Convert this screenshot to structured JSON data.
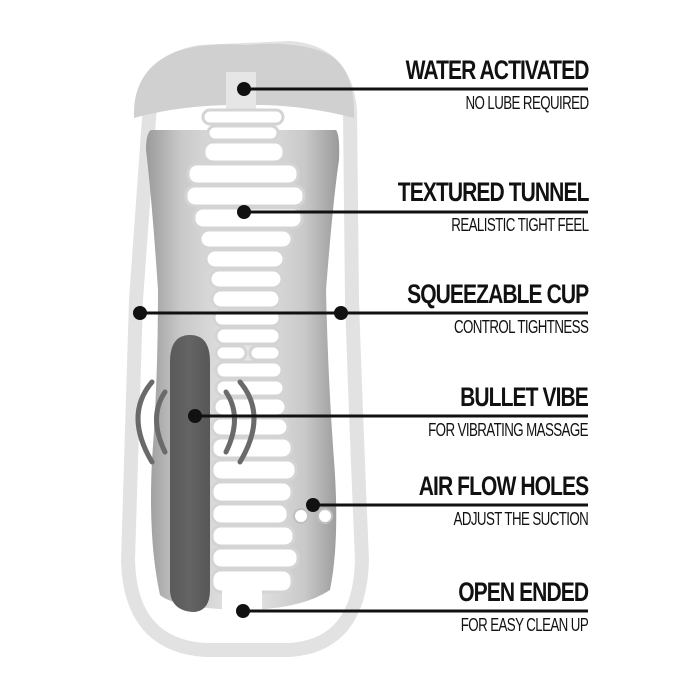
{
  "diagram": {
    "colors": {
      "background": "#ffffff",
      "outer_shell": "#e3e3e3",
      "cap": "#d0d0d0",
      "inner_chamber": "#b5b5b5",
      "tunnel_ridges": "#ffffff",
      "bullet": "#5e5e5e",
      "vibration_waves": "#6a6a6a",
      "callout": "#111111"
    },
    "features": [
      {
        "title": "WATER ACTIVATED",
        "subtitle": "NO LUBE REQUIRED"
      },
      {
        "title": "TEXTURED TUNNEL",
        "subtitle": "REALISTIC TIGHT FEEL"
      },
      {
        "title": "SQUEEZABLE CUP",
        "subtitle": "CONTROL TIGHTNESS"
      },
      {
        "title": "BULLET VIBE",
        "subtitle": "FOR VIBRATING MASSAGE"
      },
      {
        "title": "AIR FLOW HOLES",
        "subtitle": "ADJUST THE SUCTION"
      },
      {
        "title": "OPEN ENDED",
        "subtitle": "FOR EASY CLEAN UP"
      }
    ],
    "icons": {
      "callout_marker": "callout-dot-icon",
      "vibration": "vibration-waves-icon"
    }
  }
}
